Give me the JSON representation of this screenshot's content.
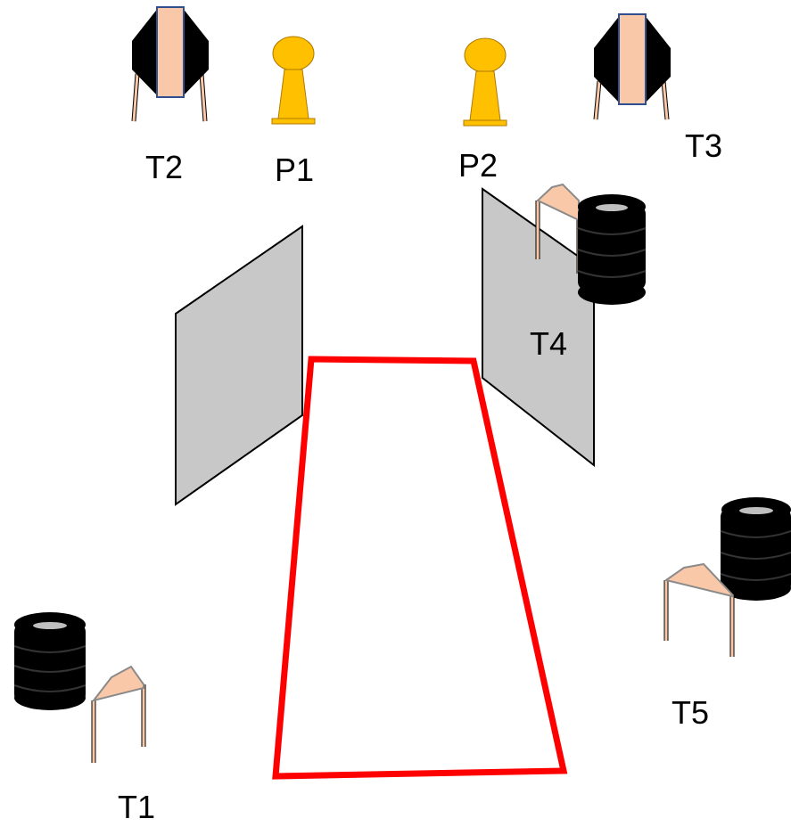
{
  "colors": {
    "panel_fill": "#c8c8c8",
    "panel_stroke": "#000000",
    "zone_stroke": "#ff0000",
    "tire": "#000000",
    "tire_hole": "#bfbfbf",
    "easel_fill": "#f8c8a8",
    "post_fill": "#ffc000",
    "post_stroke": "#b07a00",
    "barrel_band": "#f8c8a8",
    "barrel_band_stroke": "#2f4f8f"
  },
  "labels": {
    "t1": "T1",
    "t2": "T2",
    "t3": "T3",
    "t4": "T4",
    "t5": "T5",
    "p1": "P1",
    "p2": "P2"
  },
  "objects": {
    "t1": [
      "tire-stack-icon",
      "easel-icon"
    ],
    "t2": [
      "barrel-target-icon"
    ],
    "t3": [
      "barrel-target-icon"
    ],
    "t4": [
      "easel-icon",
      "tire-stack-icon"
    ],
    "t5": [
      "tire-stack-icon",
      "easel-icon"
    ],
    "p1": [
      "post-icon"
    ],
    "p2": [
      "post-icon"
    ]
  }
}
